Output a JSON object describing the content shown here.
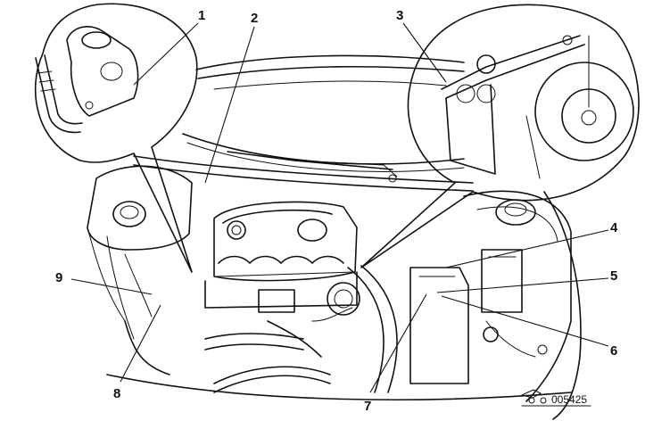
{
  "callouts": [
    {
      "id": "1",
      "label": "1"
    },
    {
      "id": "2",
      "label": "2"
    },
    {
      "id": "3",
      "label": "3"
    },
    {
      "id": "4",
      "label": "4"
    },
    {
      "id": "5",
      "label": "5"
    },
    {
      "id": "6",
      "label": "6"
    },
    {
      "id": "7",
      "label": "7"
    },
    {
      "id": "8",
      "label": "8"
    },
    {
      "id": "9",
      "label": "9"
    }
  ],
  "figure_code": "005425"
}
